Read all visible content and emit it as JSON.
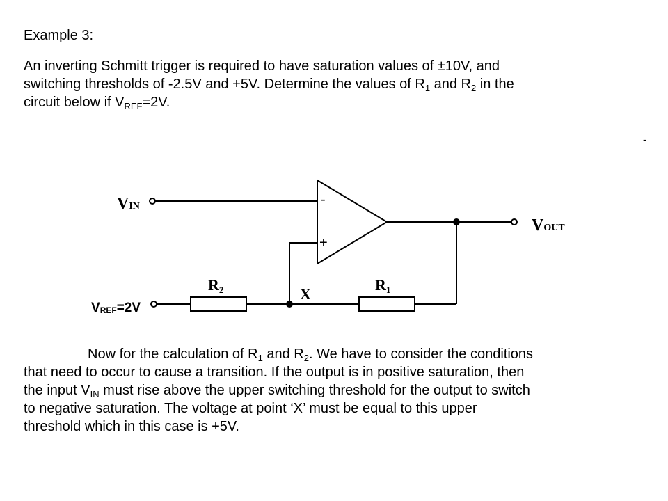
{
  "heading": "Example 3:",
  "problem": {
    "line1": "An inverting Schmitt trigger is required to have saturation values of ±10V, and",
    "line2_a": "switching thresholds of -2.5V and +5V. Determine the values of R",
    "line2_sub1": "1",
    "line2_b": " and R",
    "line2_sub2": "2",
    "line2_c": " in the",
    "line3_a": "circuit below if V",
    "line3_sub": "REF",
    "line3_b": "=2V."
  },
  "stray_mark": "-",
  "circuit": {
    "vin_label": "V",
    "vin_sub": "IN",
    "vout_label": "V",
    "vout_sub": "OUT",
    "vref_label": "V",
    "vref_sub": "REF",
    "vref_value": "=2V",
    "r1_label": "R",
    "r1_sub": "1",
    "r2_label": "R",
    "r2_sub": "2",
    "node_label": "X",
    "minus_sign": "-",
    "plus_sign": "+"
  },
  "explanation": {
    "l1_a": "Now for the calculation of R",
    "l1_sub1": "1",
    "l1_b": " and R",
    "l1_sub2": "2",
    "l1_c": ".  We have to consider the conditions",
    "l2": "that need to occur to cause a transition. If the output is in positive saturation, then",
    "l3_a": "the input V",
    "l3_sub": "IN",
    "l3_b": " must rise above the upper switching threshold for the output to switch",
    "l4": "to negative saturation. The voltage at point ‘X’ must be equal to this upper",
    "l5": "threshold which in this case is +5V."
  }
}
